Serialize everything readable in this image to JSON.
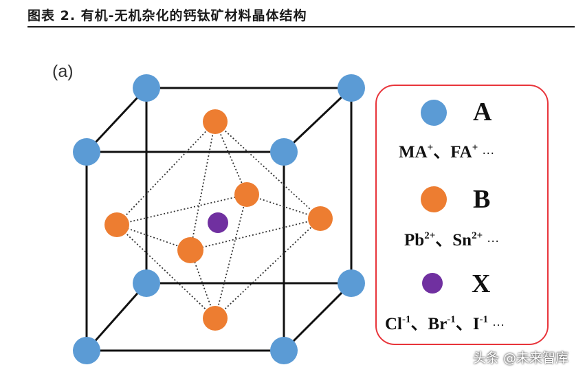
{
  "header": {
    "title": "图表 2.  有机-无机杂化的钙钛矿材料晶体结构"
  },
  "figure": {
    "panel_label": "(a)"
  },
  "colors": {
    "A": "#5b9bd5",
    "B": "#ed7d31",
    "X": "#7030a0",
    "legend_border": "#e8343a"
  },
  "legend": {
    "A": {
      "letter": "A",
      "ion1": "MA",
      "ion1_charge": "+",
      "sep1": "、",
      "ion2": "FA",
      "ion2_charge": "+",
      "more": "···"
    },
    "B": {
      "letter": "B",
      "ion1": "Pb",
      "ion1_charge": "2+",
      "sep1": "、",
      "ion2": "Sn",
      "ion2_charge": "2+",
      "more": "···"
    },
    "X": {
      "letter": "X",
      "ion1": "Cl",
      "ion1_charge": "-1",
      "sep1": "、",
      "ion2": "Br",
      "ion2_charge": "-1",
      "sep2": "、",
      "ion3": "I",
      "ion3_charge": "-1",
      "more": "···"
    }
  },
  "watermark": {
    "text": "头条 @未来智库"
  }
}
